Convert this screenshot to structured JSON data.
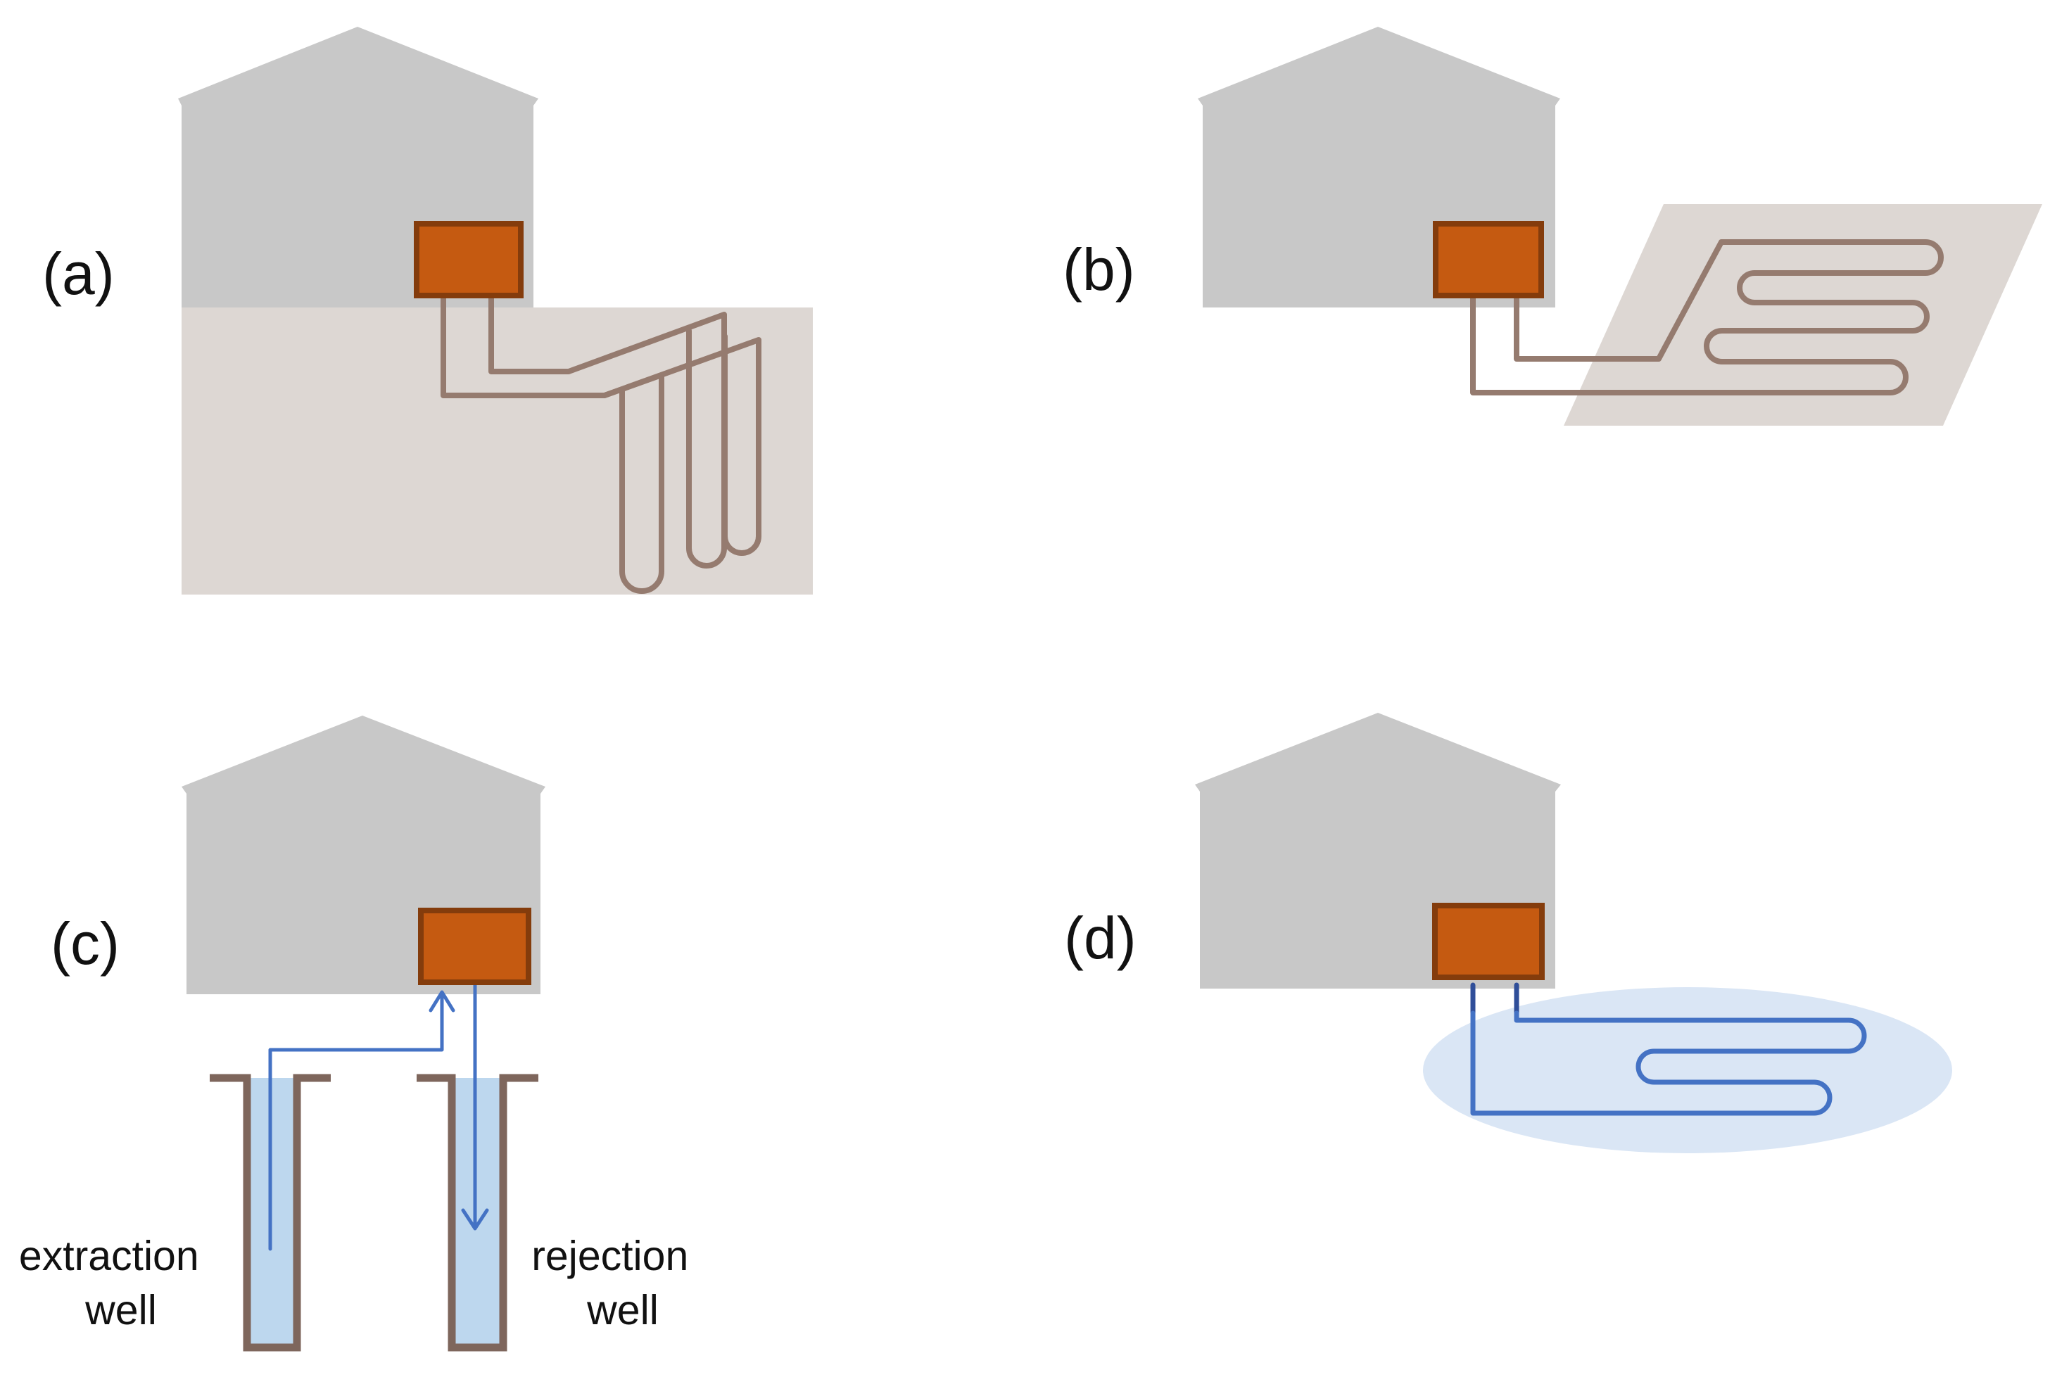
{
  "panels": [
    {
      "id": "a",
      "label": "(a)"
    },
    {
      "id": "b",
      "label": "(b)"
    },
    {
      "id": "c",
      "label": "(c)"
    },
    {
      "id": "d",
      "label": "(d)"
    }
  ],
  "wells": {
    "extraction": {
      "line1": "extraction",
      "line2": "well"
    },
    "rejection": {
      "line1": "rejection",
      "line2": "well"
    }
  },
  "colors": {
    "building": "#c8c8c8",
    "ground": "#ddd7d3",
    "unit_fill": "#c55a11",
    "unit_border": "#843c0c",
    "pipe_brown": "#957b6f",
    "well_wall": "#7e665c",
    "water": "#bdd7ee",
    "pipe_blue": "#4472c4",
    "pipe_blue_dark": "#2f4e99",
    "aquifer": "#dae6f5"
  }
}
